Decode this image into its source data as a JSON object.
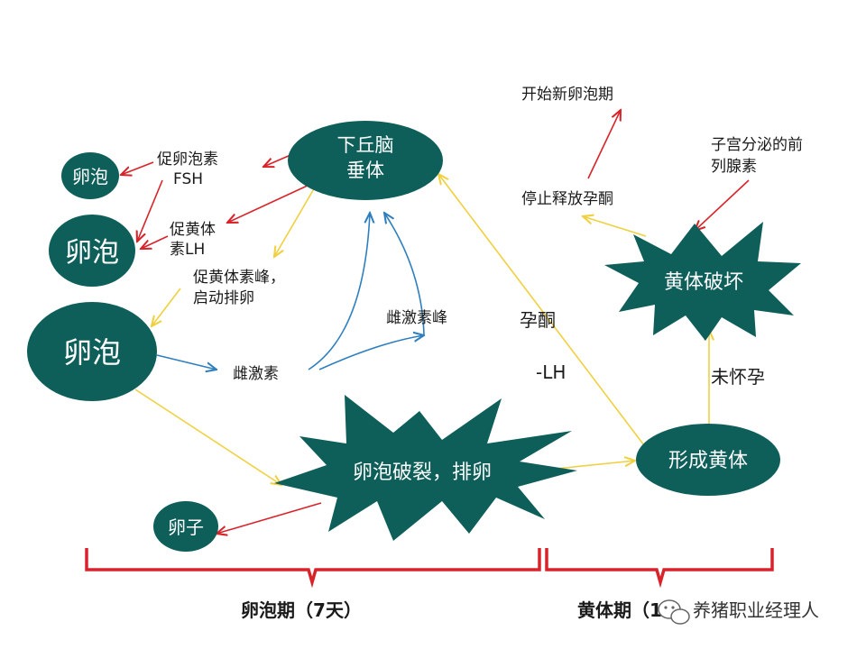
{
  "colors": {
    "node_fill": "#0e5e5a",
    "arrow_red": "#d8232a",
    "arrow_yellow": "#f0d040",
    "arrow_blue": "#2f7fbf",
    "brace_red": "#d8232a"
  },
  "nodes": {
    "hypothalamus_line1": "下丘脑",
    "hypothalamus_line2": "垂体",
    "follicle_small": "卵泡",
    "follicle_medium": "卵泡",
    "follicle_large": "卵泡",
    "ovulation": "卵泡破裂，排卵",
    "egg": "卵子",
    "corpus_luteum_form": "形成黄体",
    "corpus_luteum_break": "黄体破坏"
  },
  "labels": {
    "fsh_line1": "促卵泡素",
    "fsh_line2": "FSH",
    "lh_line1": "促黄体",
    "lh_line2": "素LH",
    "lh_peak_line1": "促黄体素峰，",
    "lh_peak_line2": "启动排卵",
    "estrogen": "雌激素",
    "estrogen_peak": "雌激素峰",
    "progesterone": "孕酮",
    "minus_lh": "-LH",
    "new_cycle": "开始新卵泡期",
    "stop_progesterone": "停止释放孕酮",
    "prostaglandin_line1": "子宫分泌的前",
    "prostaglandin_line2": "列腺素",
    "not_pregnant": "未怀孕"
  },
  "periods": {
    "follicular": "卵泡期（7天）",
    "luteal": "黄体期（14"
  },
  "watermark": "养猪职业经理人",
  "icons": {
    "watermark": "wechat-icon"
  }
}
